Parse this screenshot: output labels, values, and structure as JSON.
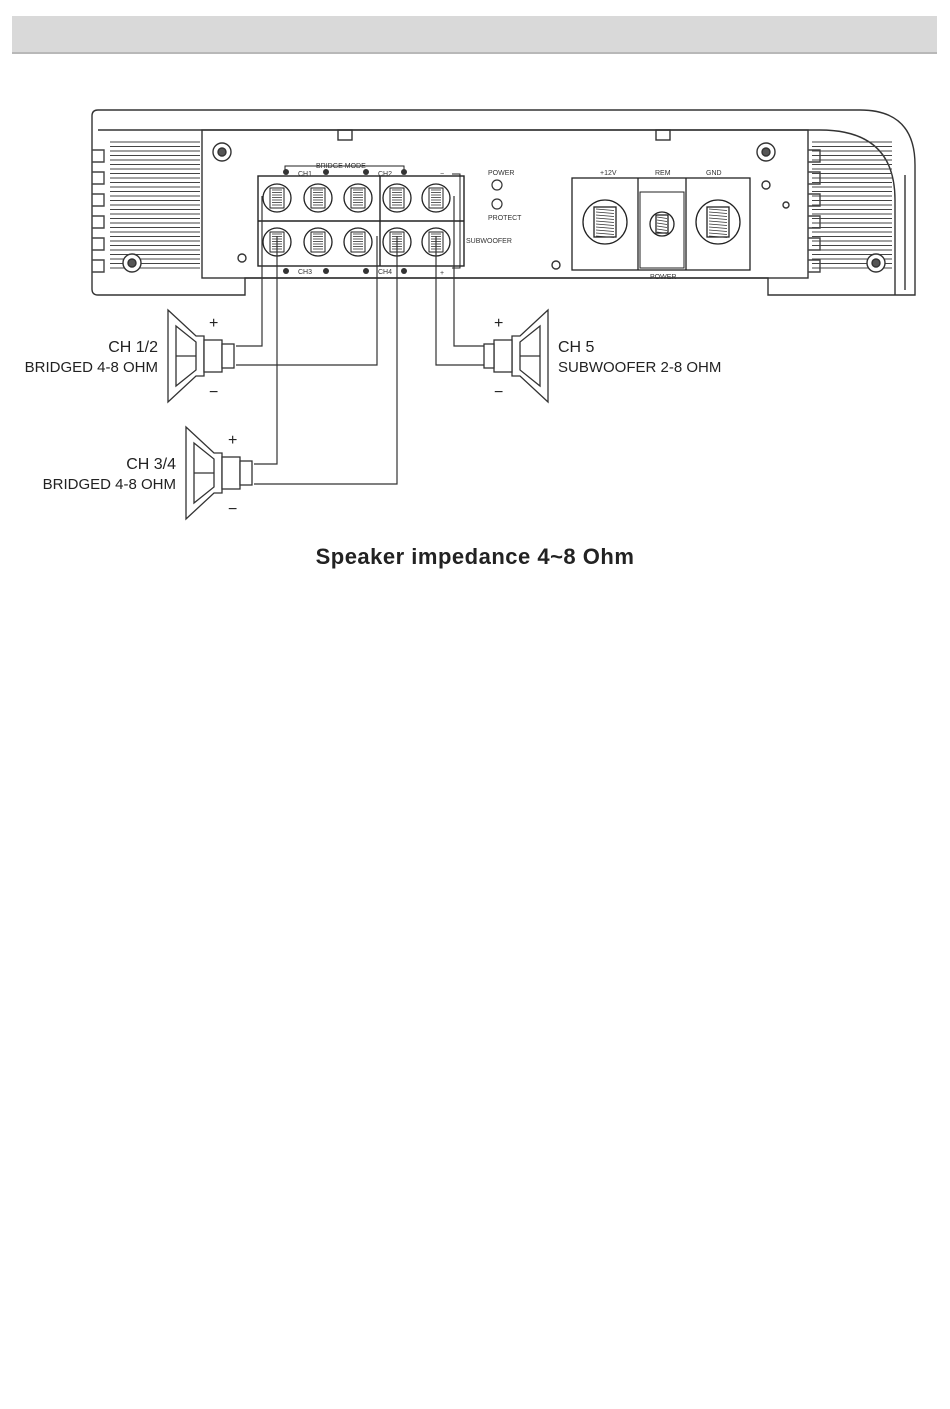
{
  "amplifier": {
    "bridge_mode_label": "BRIDGE MODE",
    "ch1_label": "CH1",
    "ch2_label": "CH2",
    "ch3_label": "CH3",
    "ch4_label": "CH4",
    "power_led_label": "POWER",
    "protect_led_label": "PROTECT",
    "subwoofer_label": "SUBWOOFER",
    "plus_symbol": "+",
    "minus_symbol": "−",
    "terminal_12v_label": "+12V",
    "terminal_rem_label": "REM",
    "terminal_gnd_label": "GND",
    "power_block_label": "POWER"
  },
  "speakers": [
    {
      "title": "CH 1/2",
      "subtitle": "BRIDGED 4-8 OHM",
      "plus": "+",
      "minus": "−"
    },
    {
      "title": "CH 5",
      "subtitle": "SUBWOOFER 2-8 OHM",
      "plus": "+",
      "minus": "−"
    },
    {
      "title": "CH 3/4",
      "subtitle": "BRIDGED 4-8 OHM",
      "plus": "+",
      "minus": "−"
    }
  ],
  "caption": "Speaker impedance 4~8 Ohm"
}
